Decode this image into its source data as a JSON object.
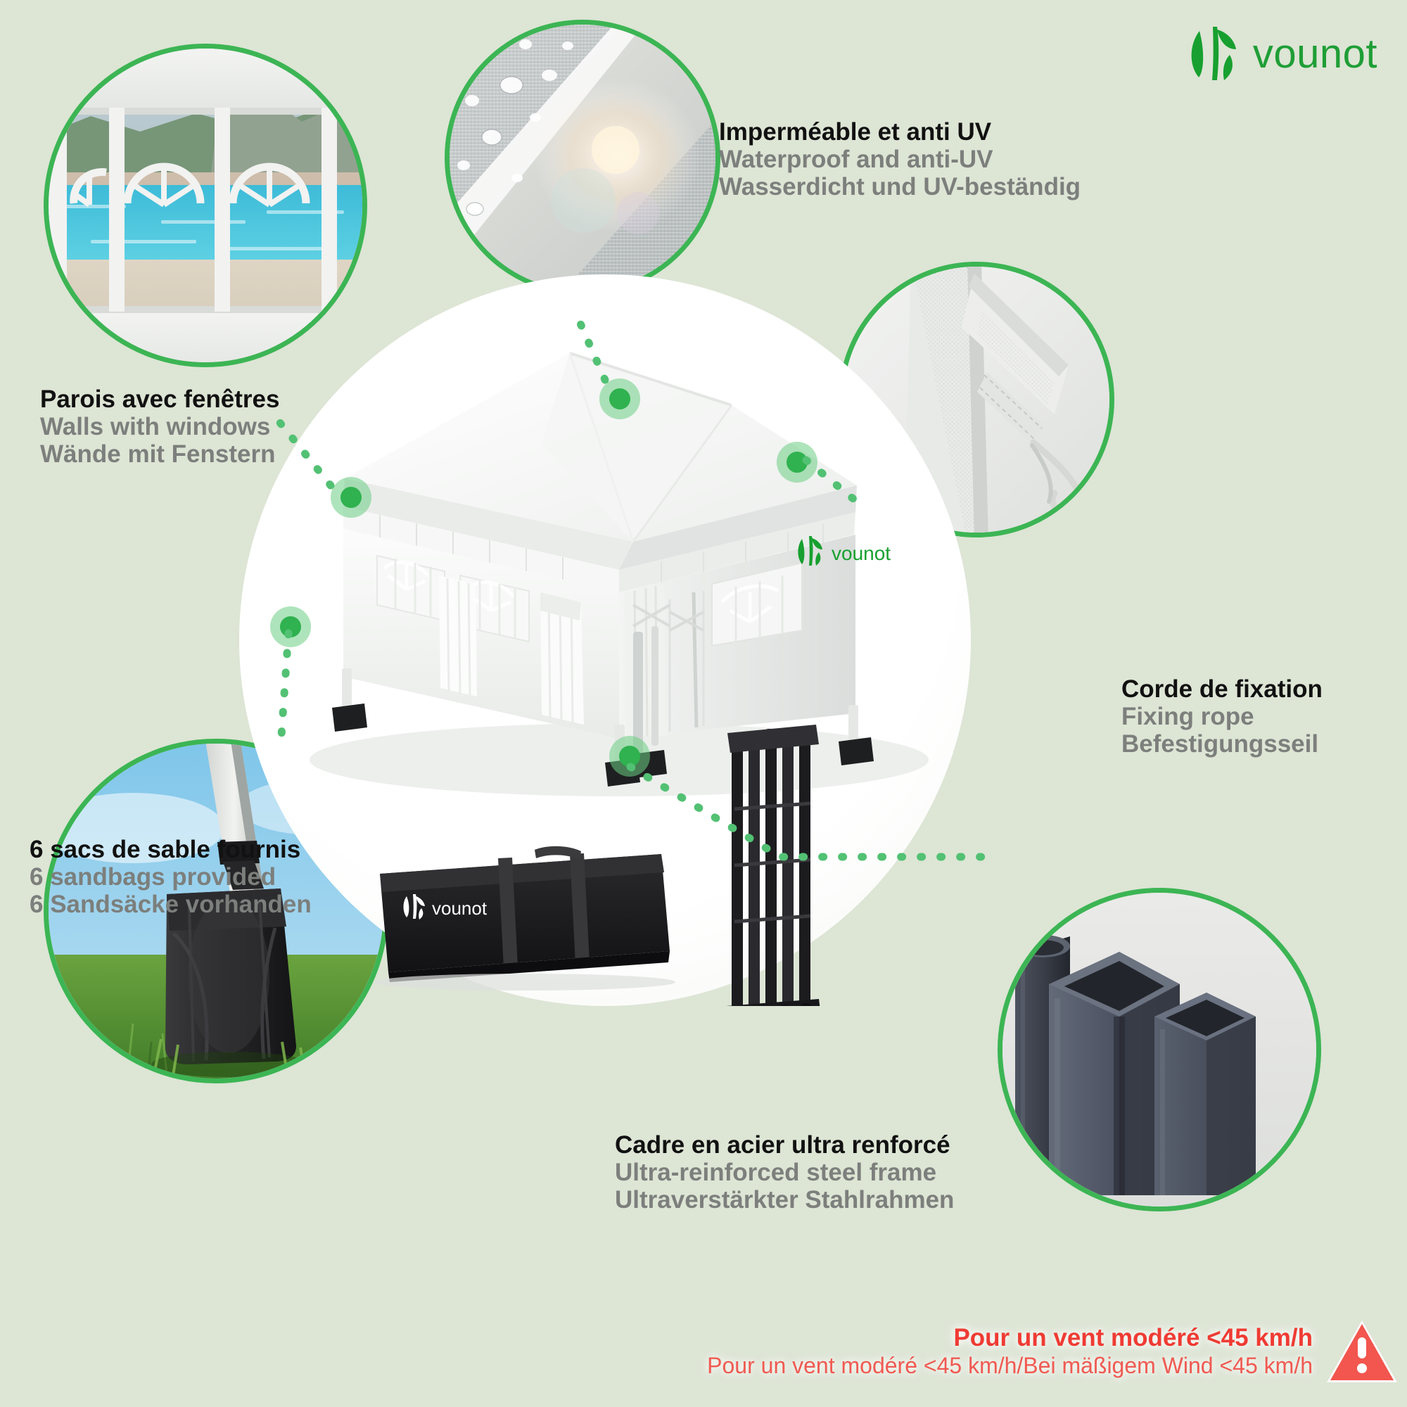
{
  "background_color": "#dde5d5",
  "accent_green": "#3cb554",
  "hotspot_green": "#2fb24f",
  "brand": {
    "name": "vounot",
    "logo_icon": "vounot-leaf-icon",
    "color": "#1f9e36"
  },
  "features": [
    {
      "id": "walls-with-windows",
      "icon": "window-wall-photo",
      "line1": "Parois avec fenêtres",
      "line2": "Walls with windows",
      "line3": "Wände mit Fenstern"
    },
    {
      "id": "waterproof-anti-uv",
      "icon": "water-droplets-fabric-photo",
      "line1": "Imperméable et anti UV",
      "line2": "Waterproof and anti-UV",
      "line3": "Wasserdicht und UV-beständig"
    },
    {
      "id": "fixing-rope",
      "icon": "fixing-rope-photo",
      "line1": "Corde de fixation",
      "line2": "Fixing rope",
      "line3": "Befestigungsseil"
    },
    {
      "id": "sandbags",
      "icon": "sandbag-photo",
      "line1": "6 sacs de sable fournis",
      "line2": "6 sandbags provided",
      "line3": "6 Sandsäcke vorhanden"
    },
    {
      "id": "steel-frame",
      "icon": "steel-tubes-photo",
      "line1": "Cadre en acier ultra renforcé",
      "line2": "Ultra-reinforced steel frame",
      "line3": "Ultraverstärkter Stahlrahmen"
    }
  ],
  "hero": {
    "product": "pop-up-gazebo-tent",
    "canopy_logo": "vounot",
    "carry_bag_logo": "vounot",
    "items": [
      "gazebo-tent",
      "carry-bag",
      "folded-steel-frame"
    ]
  },
  "wind_warning": {
    "icon": "warning-triangle-icon",
    "line1": "Pour un vent modéré <45 km/h",
    "line2": "Pour un vent modéré <45 km/h/Bei mäßigem Wind <45 km/h",
    "color_primary": "#ef3b33",
    "color_secondary": "#f05a52"
  }
}
